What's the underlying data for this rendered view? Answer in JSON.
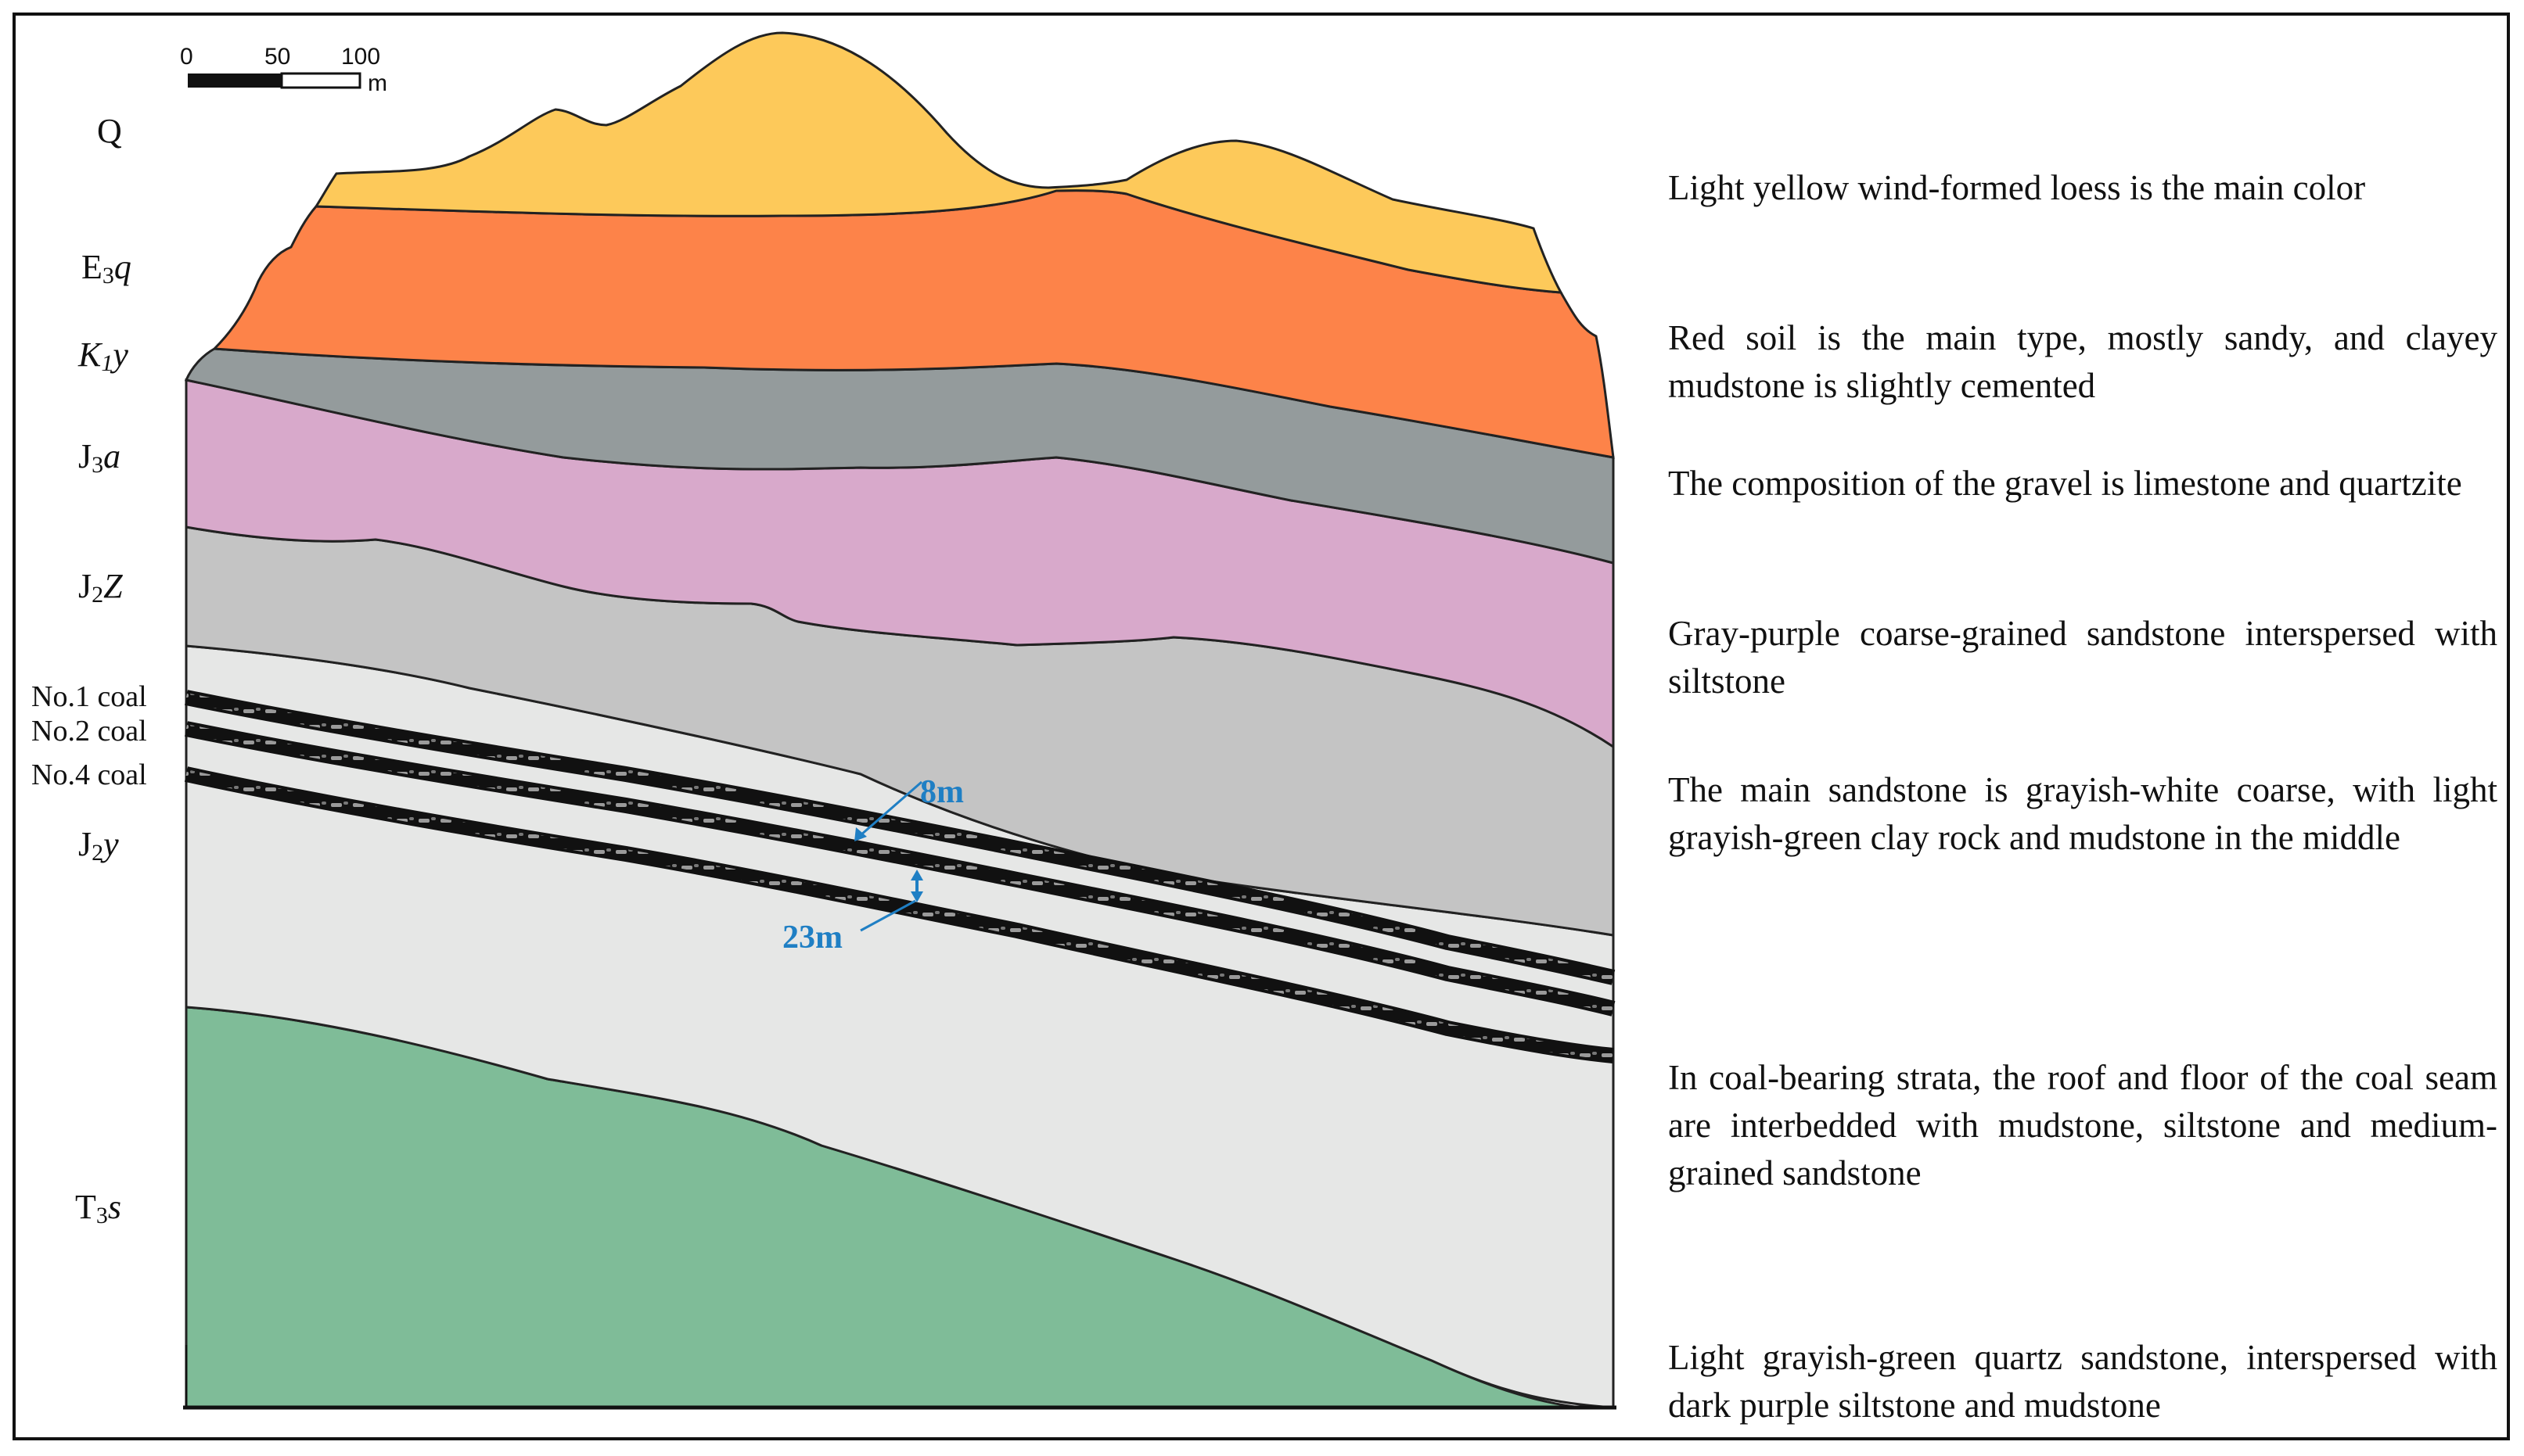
{
  "scale_bar": {
    "ticks": [
      "0",
      "50",
      "100"
    ],
    "unit": "m"
  },
  "strata": [
    {
      "code": "Q",
      "main": "Q",
      "sub": "",
      "suffix": "",
      "suffix_italic": false,
      "fill": "#fdc95a"
    },
    {
      "code": "E3q",
      "main": "E",
      "sub": "3",
      "suffix": "q",
      "suffix_italic": true,
      "fill": "#fd8349"
    },
    {
      "code": "K1y",
      "main": "K",
      "sub": "1",
      "suffix": "y",
      "suffix_italic": true,
      "fill": "#949b9c"
    },
    {
      "code": "J3a",
      "main": "J",
      "sub": "3",
      "suffix": "a",
      "suffix_italic": true,
      "fill": "#d8a9cb"
    },
    {
      "code": "J2Z",
      "main": "J",
      "sub": "2",
      "suffix": "Z",
      "suffix_italic": true,
      "fill": "#c4c4c4"
    },
    {
      "code": "J2y",
      "main": "J",
      "sub": "2",
      "suffix": "y",
      "suffix_italic": true,
      "fill": "#e6e7e6"
    },
    {
      "code": "T3s",
      "main": "T",
      "sub": "3",
      "suffix": "s",
      "suffix_italic": true,
      "fill": "#7fbc98"
    }
  ],
  "coal_seams": [
    "No.1 coal",
    "No.2 coal",
    "No.4 coal"
  ],
  "annotations": {
    "spacing_upper": "8m",
    "spacing_lower": "23m",
    "color": "#1f7fc4"
  },
  "descriptions": [
    "Light yellow wind-formed loess is the main color",
    "Red soil is the main type, mostly sandy, and clayey mudstone is slightly cemented",
    "The composition of the gravel is limestone and quartzite",
    "Gray-purple coarse-grained sandstone interspersed with siltstone",
    "The main sandstone is grayish-white coarse, with light grayish-green clay rock and mudstone in the middle",
    "In coal-bearing strata, the roof and floor of the coal seam are interbedded with mudstone, siltstone and medium-grained sandstone",
    "Light grayish-green quartz sandstone, interspersed with dark purple siltstone and mudstone"
  ]
}
